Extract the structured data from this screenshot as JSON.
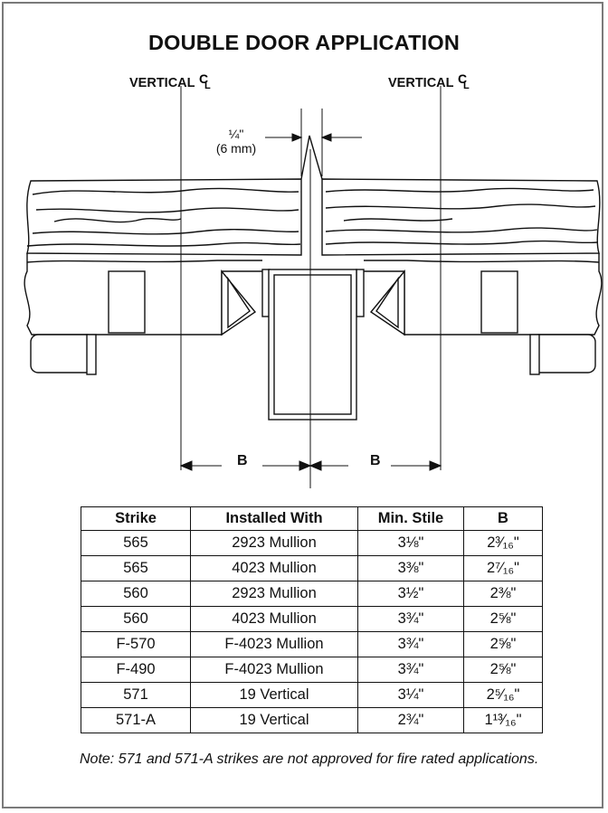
{
  "title": "DOUBLE DOOR APPLICATION",
  "centerline_label": "VERTICAL",
  "centerline_symbol": "CL",
  "gap": {
    "inches": "¼\"",
    "mm": "(6 mm)"
  },
  "dimension_label": "B",
  "table": {
    "headers": [
      "Strike",
      "Installed With",
      "Min. Stile",
      "B"
    ],
    "rows": [
      [
        "565",
        "2923 Mullion",
        "3⅛\"",
        "2³⁄₁₆\""
      ],
      [
        "565",
        "4023 Mullion",
        "3⅜\"",
        "2⁷⁄₁₆\""
      ],
      [
        "560",
        "2923 Mullion",
        "3½\"",
        "2⅜\""
      ],
      [
        "560",
        "4023 Mullion",
        "3¾\"",
        "2⅝\""
      ],
      [
        "F-570",
        "F-4023 Mullion",
        "3¾\"",
        "2⅝\""
      ],
      [
        "F-490",
        "F-4023 Mullion",
        "3¾\"",
        "2⅝\""
      ],
      [
        "571",
        "19 Vertical",
        "3¼\"",
        "2⁵⁄₁₆\""
      ],
      [
        "571-A",
        "19 Vertical",
        "2¾\"",
        "1¹³⁄₁₆\""
      ]
    ]
  },
  "note": "Note: 571 and 571-A strikes are not approved for fire rated applications."
}
